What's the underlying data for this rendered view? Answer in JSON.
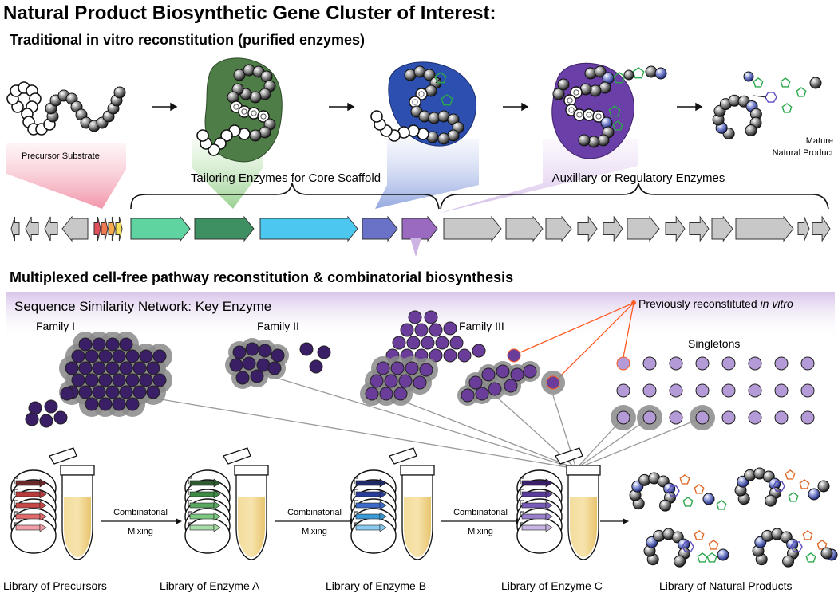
{
  "title": "Natural Product Biosynthetic Gene Cluster of Interest:",
  "traditional": {
    "heading": "Traditional in vitro reconstitution (purified enzymes)",
    "precursor_label": "Precursor Substrate",
    "mature_label_line1": "Mature",
    "mature_label_line2": "Natural Product",
    "tailoring_label": "Tailoring Enzymes for Core Scaffold",
    "auxiliary_label": "Auxillary or Regulatory Enzymes"
  },
  "multiplexed": {
    "heading": "Multiplexed cell-free pathway reconstitution & combinatorial biosynthesis",
    "ssn_title": "Sequence Similarity Network: Key Enzyme",
    "family_1": "Family I",
    "family_2": "Family II",
    "family_3": "Family III",
    "singletons": "Singletons",
    "previously_prefix": "Previously reconstituted ",
    "previously_italic": "in vitro"
  },
  "workflow": {
    "mixing_line1": "Combinatorial",
    "mixing_line2": "Mixing",
    "libraries": [
      "Library of Precursors",
      "Library of Enzyme A",
      "Library of Enzyme B",
      "Library of Enzyme C",
      "Library of Natural Products"
    ]
  },
  "colors": {
    "precursor_fan": "#f4a7b5",
    "tailoring_fan": "#a8d8a0",
    "blue_fan": "#9fb4e0",
    "purple_fan": "#d9c6ea",
    "enzyme_green": "#4e7a45",
    "enzyme_blue": "#2c4fb0",
    "enzyme_purple": "#6b3fa8",
    "node_dark": "#3b1f66",
    "node_mid": "#6a3d9a",
    "node_light": "#b49ad6",
    "highlight": "#ff5a1f",
    "tube_liquid": "#f0d48a"
  }
}
